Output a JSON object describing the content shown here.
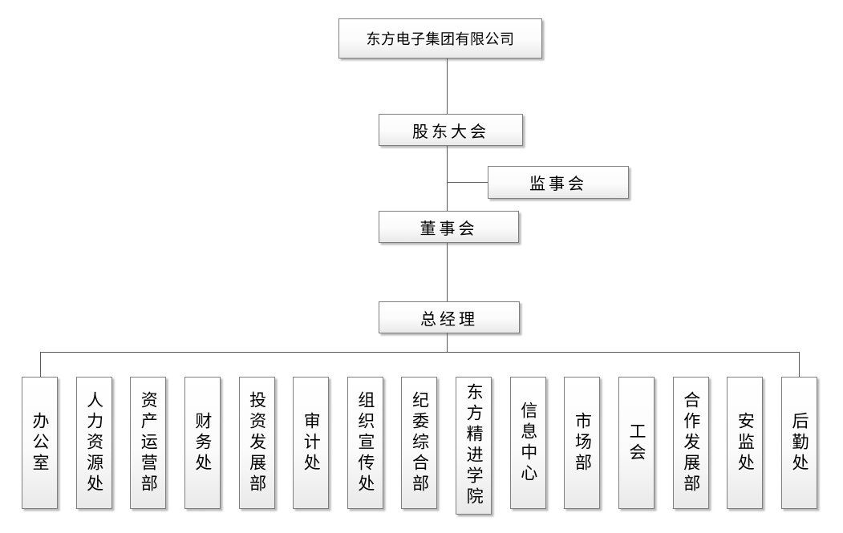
{
  "org_chart": {
    "company": {
      "label": "东方电子集团有限公司"
    },
    "governance": {
      "shareholders_meeting": {
        "label": "股东大会"
      },
      "supervisory_board": {
        "label": "监事会"
      },
      "board_of_directors": {
        "label": "董事会"
      },
      "general_manager": {
        "label": "总经理"
      }
    },
    "departments": [
      "办公室",
      "人力资源处",
      "资产运营部",
      "财务处",
      "投资发展部",
      "审计处",
      "组织宣传处",
      "纪委综合部",
      "东方精进学院",
      "信息中心",
      "市场部",
      "工会",
      "合作发展部",
      "安监处",
      "后勤处"
    ],
    "colors": {
      "connector_line": "#5a5a5a",
      "box_border": "#7f7f7f",
      "box_fill_top": "#ffffff",
      "box_fill_bottom": "#e9e9e9",
      "text": "#000000",
      "background": "#ffffff"
    }
  }
}
